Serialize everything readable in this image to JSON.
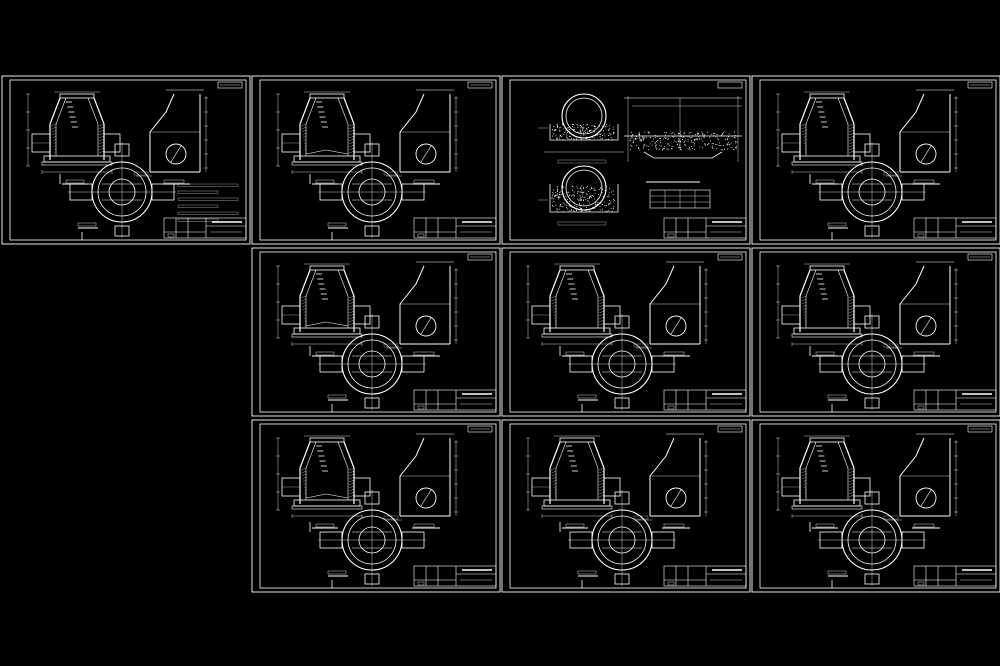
{
  "app": {
    "background": "#000000",
    "line_color": "#ffffff",
    "accent_color": "#cccccc"
  },
  "sheets": [
    {
      "id": "sheet-1",
      "kind": "manhole"
    },
    {
      "id": "sheet-2",
      "kind": "manhole"
    },
    {
      "id": "sheet-3",
      "kind": "pipe-bedding"
    },
    {
      "id": "sheet-4",
      "kind": "manhole"
    },
    {
      "id": "sheet-5",
      "kind": "manhole"
    },
    {
      "id": "sheet-6",
      "kind": "manhole"
    },
    {
      "id": "sheet-7",
      "kind": "manhole"
    },
    {
      "id": "sheet-8",
      "kind": "manhole"
    },
    {
      "id": "sheet-9",
      "kind": "manhole"
    },
    {
      "id": "sheet-10",
      "kind": "manhole"
    }
  ]
}
